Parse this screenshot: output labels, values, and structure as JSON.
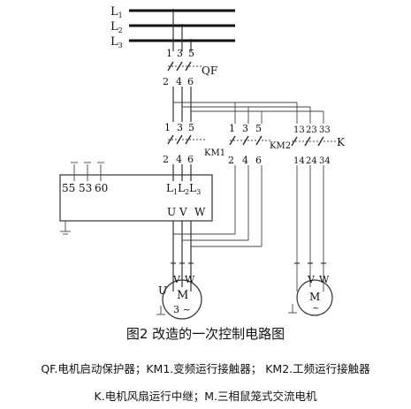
{
  "bus": {
    "l1": "L",
    "l1_sub": "1",
    "l2": "L",
    "l2_sub": "2",
    "l3": "L",
    "l3_sub": "3"
  },
  "qf": {
    "top": [
      "1",
      "3",
      "5"
    ],
    "bottom": [
      "2",
      "4",
      "6"
    ],
    "label": "QF"
  },
  "km1": {
    "top": [
      "1",
      "3",
      "5"
    ],
    "bottom": [
      "2",
      "4",
      "6"
    ],
    "label": "KM1"
  },
  "km2": {
    "top": [
      "1",
      "3",
      "5"
    ],
    "bottom": [
      "2",
      "4",
      "6"
    ],
    "label": "KM2"
  },
  "k": {
    "top": [
      "13",
      "23",
      "33"
    ],
    "bottom": [
      "14",
      "24",
      "34"
    ],
    "label": "K"
  },
  "protector": {
    "terminals": [
      "55",
      "53",
      "60"
    ],
    "inputs": [
      "L",
      "1",
      "L",
      "2",
      "L",
      "3"
    ],
    "outputs": [
      "U",
      "V",
      "W"
    ]
  },
  "motor1": {
    "u": "U",
    "v": "V",
    "w": "W",
    "m": "M",
    "phase": "3 ~"
  },
  "motor2": {
    "v": "V",
    "w": "W",
    "m": "M",
    "phase": "~"
  },
  "caption": {
    "title": "图2  改造的一次控制电路图",
    "line1": "QF.电机启动保护器；KM1.变频运行接触器；  KM2.工频运行接触器",
    "line2": "K.电机风扇运行中继；M.三相鼠笼式交流电机"
  }
}
